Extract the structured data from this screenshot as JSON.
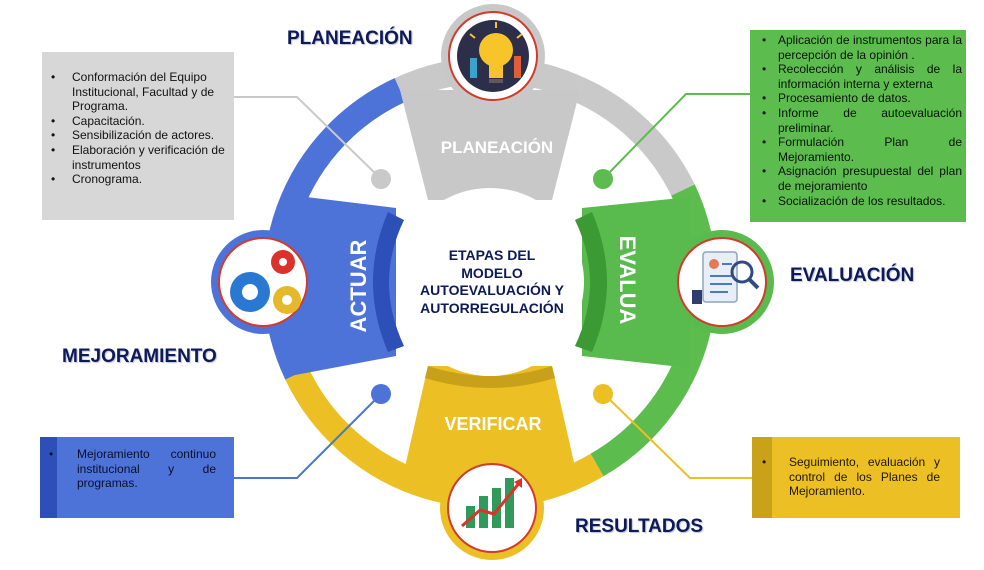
{
  "titles": {
    "planeacion": "PLANEACIÓN",
    "evaluacion": "EVALUACIÓN",
    "mejoramiento": "MEJORAMIENTO",
    "resultados": "RESULTADOS"
  },
  "center": {
    "line1": "ETAPAS DEL",
    "line2": "MODELO",
    "line3": "AUTOEVALUACIÓN Y",
    "line4": "AUTORREGULACIÓN"
  },
  "segments": {
    "planeacion": "PLANEACIÓN",
    "evalua": "EVALUA",
    "verificar": "VERIFICAR",
    "actuar": "ACTUAR"
  },
  "boxes": {
    "planeacion": {
      "items": [
        "Conformación del Equipo Institucional, Facultad y de Programa.",
        "Capacitación.",
        "Sensibilización de actores.",
        "Elaboración y verificación de instrumentos",
        "Cronograma."
      ]
    },
    "evaluacion": {
      "items": [
        "Aplicación de instrumentos para la percepción de la opinión .",
        "Recolección y análisis de la información interna y externa",
        "Procesamiento de datos.",
        "Informe de autoevaluación preliminar.",
        "Formulación Plan de Mejoramiento.",
        "Asignación presupuestal del plan de mejoramiento",
        "Socialización de los resultados."
      ]
    },
    "mejoramiento": {
      "items": [
        "Mejoramiento continuo institucional y de programas."
      ]
    },
    "resultados": {
      "items": [
        "Seguimiento, evaluación y control de los Planes de Mejoramiento."
      ]
    }
  },
  "colors": {
    "gray": "#c9c9c9",
    "green": "#5cbd4e",
    "blue": "#4e73d8",
    "yellow": "#ecbf24",
    "title": "#0d1a57"
  },
  "icons": {
    "planeacion": "lightbulb-icon",
    "evaluacion": "checklist-magnifier-icon",
    "mejoramiento": "gears-icon",
    "resultados": "growth-chart-icon"
  }
}
